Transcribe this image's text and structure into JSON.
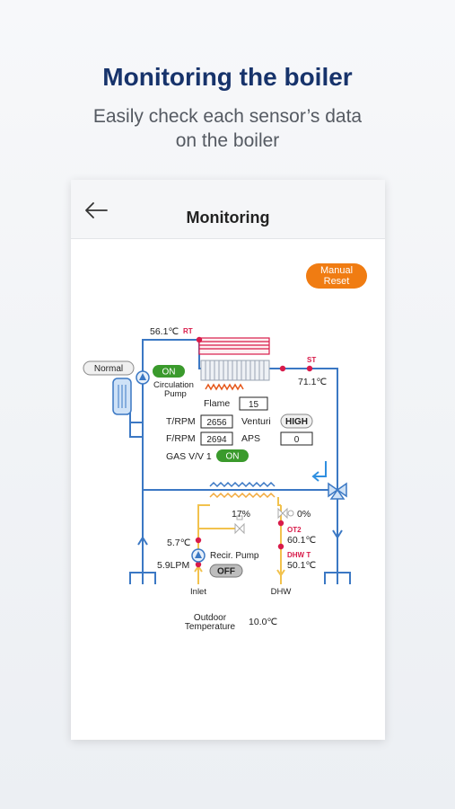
{
  "promo": {
    "title": "Monitoring the boiler",
    "subtitle_line1": "Easily check each sensor’s data",
    "subtitle_line2": "on the boiler"
  },
  "header": {
    "title": "Monitoring",
    "back_icon": "arrow-left-icon"
  },
  "manual_reset": {
    "line1": "Manual",
    "line2": "Reset"
  },
  "diagram": {
    "rt_temp": "56.1℃",
    "rt_label": "RT",
    "st_label": "ST",
    "st_temp": "71.1℃",
    "mode_badge": "Normal",
    "circulation_state": "ON",
    "circulation_line1": "Circulation",
    "circulation_line2": "Pump",
    "flame_label": "Flame",
    "flame_value": "15",
    "trpm_label": "T/RPM",
    "trpm_value": "2656",
    "venturi_label": "Venturi",
    "venturi_value": "HIGH",
    "frpm_label": "F/RPM",
    "frpm_value": "2694",
    "aps_label": "APS",
    "aps_value": "0",
    "gasvv_label": "GAS V/V 1",
    "gasvv_state": "ON",
    "valve1_pct": "17%",
    "valve2_pct": "0%",
    "ot2_label": "OT2",
    "ot2_temp": "60.1℃",
    "dhwt_label": "DHW T",
    "dhwt_temp": "50.1℃",
    "inlet_temp": "5.7℃",
    "inlet_flow": "5.9LPM",
    "recir_label": "Recir. Pump",
    "recir_state": "OFF",
    "inlet_label": "Inlet",
    "dhw_label": "DHW",
    "outdoor_line1": "Outdoor",
    "outdoor_line2": "Temperature",
    "outdoor_value": "10.0℃"
  },
  "colors": {
    "pipe_blue": "#3b78c4",
    "pipe_yellow": "#f2c24d",
    "sensor_red": "#d81b4a",
    "on_green": "#3a9a2c",
    "accent_orange": "#f07c12",
    "title_navy": "#17336b"
  }
}
